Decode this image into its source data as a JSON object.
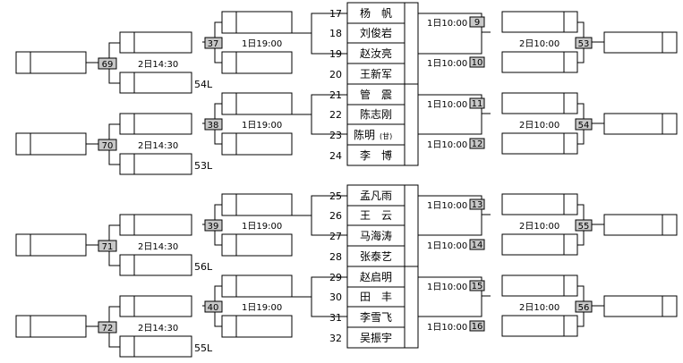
{
  "seeds": [
    {
      "num": "17",
      "name": "杨　帆"
    },
    {
      "num": "18",
      "name": "刘俊岩"
    },
    {
      "num": "19",
      "name": "赵汝亮"
    },
    {
      "num": "20",
      "name": "王新军"
    },
    {
      "num": "21",
      "name": "管　震"
    },
    {
      "num": "22",
      "name": "陈志刚"
    },
    {
      "num": "23",
      "name": "陈明",
      "suffix": "(甘)"
    },
    {
      "num": "24",
      "name": "李　博"
    },
    {
      "num": "25",
      "name": "孟凡雨"
    },
    {
      "num": "26",
      "name": "王　云"
    },
    {
      "num": "27",
      "name": "马海涛"
    },
    {
      "num": "28",
      "name": "张泰艺"
    },
    {
      "num": "29",
      "name": "赵启明"
    },
    {
      "num": "30",
      "name": "田　丰"
    },
    {
      "num": "31",
      "name": "李雪飞"
    },
    {
      "num": "32",
      "name": "吴振宇"
    }
  ],
  "right_r1": [
    {
      "match": "9",
      "time": "1日10:00"
    },
    {
      "match": "10",
      "time": "1日10:00"
    },
    {
      "match": "11",
      "time": "1日10:00"
    },
    {
      "match": "12",
      "time": "1日10:00"
    },
    {
      "match": "13",
      "time": "1日10:00"
    },
    {
      "match": "14",
      "time": "1日10:00"
    },
    {
      "match": "15",
      "time": "1日10:00"
    },
    {
      "match": "16",
      "time": "1日10:00"
    }
  ],
  "right_r2": [
    {
      "match": "53",
      "time": "2日10:00"
    },
    {
      "match": "54",
      "time": "2日10:00"
    },
    {
      "match": "55",
      "time": "2日10:00"
    },
    {
      "match": "56",
      "time": "2日10:00"
    }
  ],
  "left_r1": [
    {
      "match": "37",
      "time": "1日19:00"
    },
    {
      "match": "38",
      "time": "1日19:00"
    },
    {
      "match": "39",
      "time": "1日19:00"
    },
    {
      "match": "40",
      "time": "1日19:00"
    }
  ],
  "left_r2": [
    {
      "match": "69",
      "time": "2日14:30",
      "loser_ref": "54L"
    },
    {
      "match": "70",
      "time": "2日14:30",
      "loser_ref": "53L"
    },
    {
      "match": "71",
      "time": "2日14:30",
      "loser_ref": "56L"
    },
    {
      "match": "72",
      "time": "2日14:30",
      "loser_ref": "55L"
    }
  ]
}
